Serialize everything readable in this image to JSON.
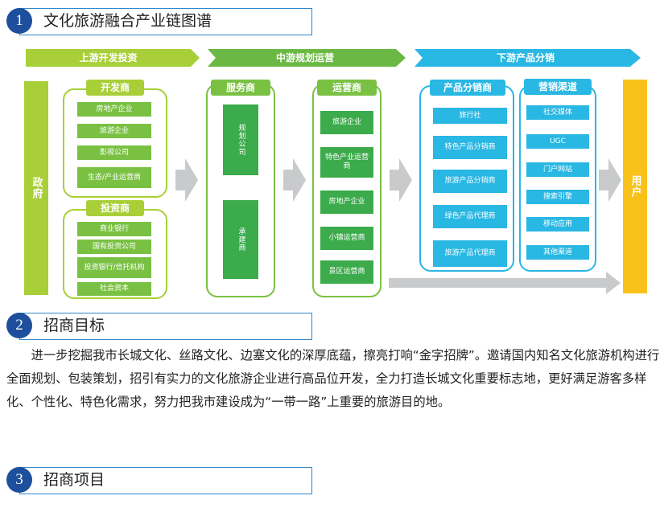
{
  "sections": [
    {
      "num": "1",
      "title": "文化旅游融合产业链图谱"
    },
    {
      "num": "2",
      "title": "招商目标"
    },
    {
      "num": "3",
      "title": "招商项目"
    }
  ],
  "banners": {
    "upstream": "上游开发投资",
    "midstream": "中游规划运营",
    "downstream": "下游产品分销"
  },
  "government": "政府",
  "user": "用户",
  "developers": {
    "title": "开发商",
    "items": [
      "房地产企业",
      "旅游企业",
      "影视公司",
      "生态/产业运营商"
    ]
  },
  "investors": {
    "title": "投资商",
    "items": [
      "商业银行",
      "国有投资公司",
      "投资银行/信托机构",
      "社会资本"
    ]
  },
  "service": {
    "title": "服务商",
    "items": [
      "规划公司",
      "承建商"
    ]
  },
  "operators": {
    "title": "运营商",
    "items": [
      "旅游企业",
      "特色产业运营商",
      "房地产企业",
      "小镇运营商",
      "景区运营商"
    ]
  },
  "distributors": {
    "title": "产品分销商",
    "items": [
      "旅行社",
      "特色产品分销商",
      "旅游产品分销商",
      "绿色产品代理商",
      "旅游产品代理商"
    ]
  },
  "channels": {
    "title": "营销渠道",
    "items": [
      "社交媒体",
      "UGC",
      "门户网站",
      "搜索引擎",
      "移动应用",
      "其他渠道"
    ]
  },
  "goal_text": "进一步挖掘我市长城文化、丝路文化、边塞文化的深厚底蕴，擦亮打响“金字招牌”。邀请国内知名文化旅游机构进行全面规划、包装策划，招引有实力的文化旅游企业进行高品位开发，全力打造长城文化重要标志地，更好满足游客多样化、个性化、特色化需求，努力把我市建设成为“一带一路”上重要的旅游目的地。",
  "colors": {
    "navy": "#1d4f9c",
    "lime": "#a8cf38",
    "green": "#7ac143",
    "dark_green": "#3bab4b",
    "cyan": "#29b7e3",
    "gold": "#f8c21a",
    "gray_arrow": "#c9cacc"
  }
}
